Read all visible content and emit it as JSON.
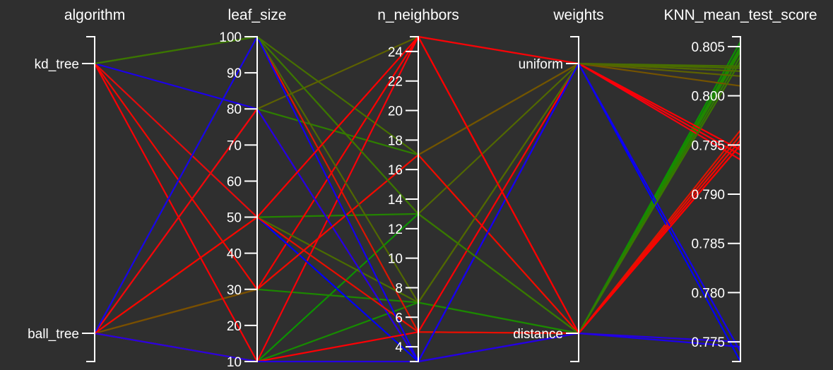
{
  "chart_data": {
    "type": "parallel_coordinates",
    "title": "",
    "dimensions": [
      {
        "name": "algorithm",
        "kind": "categorical",
        "categories": [
          "ball_tree",
          "kd_tree"
        ],
        "tick_labels": [
          "ball_tree",
          "kd_tree"
        ]
      },
      {
        "name": "leaf_size",
        "kind": "numeric",
        "range": [
          10,
          100
        ],
        "ticks": [
          10,
          20,
          30,
          40,
          50,
          60,
          70,
          80,
          90,
          100
        ]
      },
      {
        "name": "n_neighbors",
        "kind": "numeric",
        "range": [
          3,
          25
        ],
        "ticks": [
          4,
          6,
          8,
          10,
          12,
          14,
          16,
          18,
          20,
          22,
          24
        ]
      },
      {
        "name": "weights",
        "kind": "categorical",
        "categories": [
          "distance",
          "uniform"
        ],
        "tick_labels": [
          "distance",
          "uniform"
        ]
      },
      {
        "name": "KNN_mean_test_score",
        "kind": "numeric",
        "range": [
          0.773,
          0.806
        ],
        "ticks": [
          0.775,
          0.78,
          0.785,
          0.79,
          0.795,
          0.8,
          0.805
        ],
        "tick_labels": [
          "0.775",
          "0.780",
          "0.785",
          "0.790",
          "0.795",
          "0.800",
          "0.805"
        ]
      }
    ],
    "color_by": "KNN_mean_test_score",
    "color_scale": [
      "#0000ff",
      "#cc0066",
      "#ff0000",
      "#009900"
    ],
    "rows": [
      {
        "values": [
          "ball_tree",
          10,
          13,
          "distance",
          0.8055
        ]
      },
      {
        "values": [
          "ball_tree",
          10,
          7,
          "distance",
          0.805
        ]
      },
      {
        "values": [
          "ball_tree",
          30,
          7,
          "distance",
          0.8048
        ]
      },
      {
        "values": [
          "ball_tree",
          50,
          13,
          "distance",
          0.8045
        ]
      },
      {
        "values": [
          "ball_tree",
          80,
          17,
          "distance",
          0.804
        ]
      },
      {
        "values": [
          "ball_tree",
          100,
          5,
          "distance",
          0.7965
        ]
      },
      {
        "values": [
          "ball_tree",
          30,
          25,
          "distance",
          0.795
        ]
      },
      {
        "values": [
          "ball_tree",
          100,
          17,
          "uniform",
          0.803
        ]
      },
      {
        "values": [
          "ball_tree",
          100,
          13,
          "uniform",
          0.8025
        ]
      },
      {
        "values": [
          "ball_tree",
          80,
          25,
          "uniform",
          0.802
        ]
      },
      {
        "values": [
          "ball_tree",
          30,
          17,
          "uniform",
          0.801
        ]
      },
      {
        "values": [
          "ball_tree",
          50,
          7,
          "uniform",
          0.8028
        ]
      },
      {
        "values": [
          "ball_tree",
          10,
          25,
          "uniform",
          0.794
        ]
      },
      {
        "values": [
          "ball_tree",
          80,
          3,
          "uniform",
          0.7935
        ]
      },
      {
        "values": [
          "kd_tree",
          80,
          3,
          "distance",
          0.7745
        ]
      },
      {
        "values": [
          "kd_tree",
          50,
          3,
          "uniform",
          0.773
        ]
      },
      {
        "values": [
          "kd_tree",
          50,
          5,
          "distance",
          0.796
        ]
      },
      {
        "values": [
          "kd_tree",
          30,
          17,
          "distance",
          0.7955
        ]
      },
      {
        "values": [
          "kd_tree",
          10,
          5,
          "uniform",
          0.7945
        ]
      },
      {
        "values": [
          "kd_tree",
          100,
          7,
          "uniform",
          0.8025
        ]
      },
      {
        "values": [
          "ball_tree",
          10,
          3,
          "distance",
          0.775
        ]
      },
      {
        "values": [
          "ball_tree",
          100,
          3,
          "uniform",
          0.774
        ]
      },
      {
        "values": [
          "kd_tree",
          100,
          13,
          "distance",
          0.8035
        ]
      },
      {
        "values": [
          "ball_tree",
          50,
          25,
          "distance",
          0.795
        ]
      }
    ]
  }
}
